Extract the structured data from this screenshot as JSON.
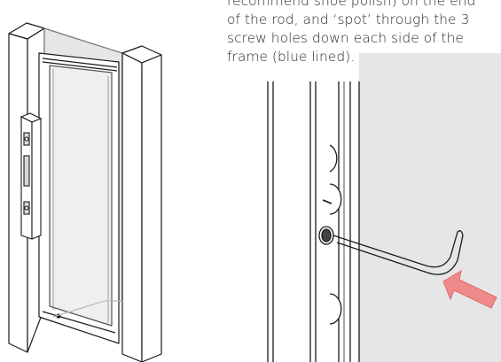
{
  "instruction": {
    "lines": [
      "recommend shoe polish) on the end",
      "of the rod, and ‘spot’ through the 3",
      "screw holes down each side of the",
      "frame (blue lined)."
    ]
  },
  "figures": {
    "left": "shower-door-frame-with-spirit-level",
    "right": "hex-key-spotting-screw-hole-detail"
  },
  "colors": {
    "line": "#1a1a1a",
    "wall_fill": "#e6e6e6",
    "arrow": "#f08a8a"
  }
}
